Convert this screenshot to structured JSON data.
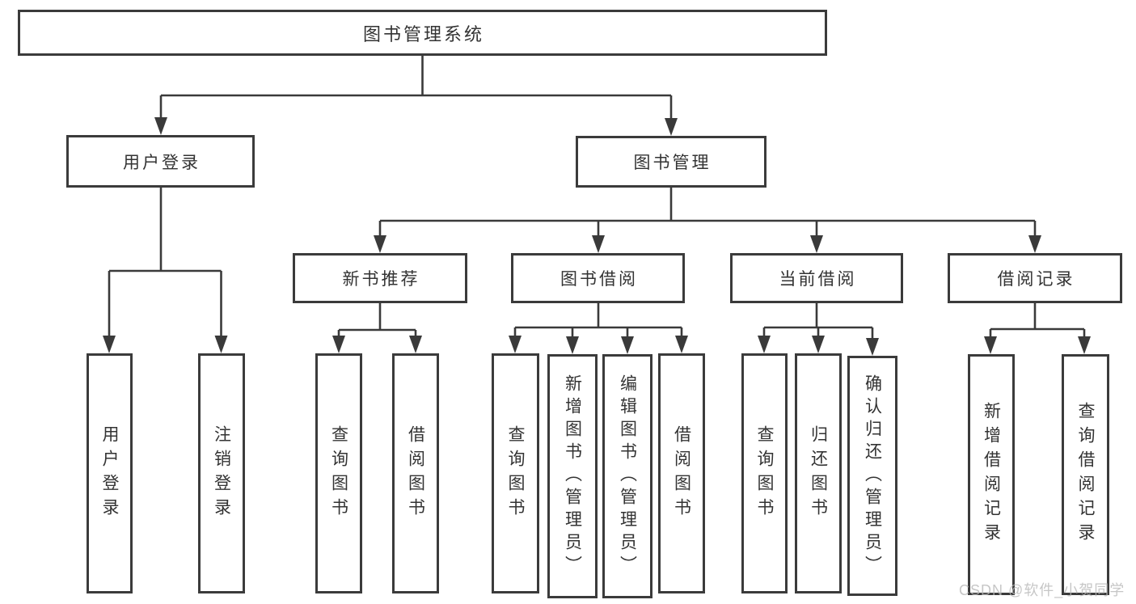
{
  "tree": {
    "root": {
      "label": "图书管理系统"
    },
    "branches": [
      {
        "label": "用户登录",
        "leaves": [
          {
            "label": "用户登录"
          },
          {
            "label": "注销登录"
          }
        ]
      },
      {
        "label": "图书管理",
        "groups": [
          {
            "label": "新书推荐",
            "leaves": [
              {
                "label": "查询图书"
              },
              {
                "label": "借阅图书"
              }
            ]
          },
          {
            "label": "图书借阅",
            "leaves": [
              {
                "label": "查询图书"
              },
              {
                "label": "新增图书（管理员）"
              },
              {
                "label": "编辑图书（管理员）"
              },
              {
                "label": "借阅图书"
              }
            ]
          },
          {
            "label": "当前借阅",
            "leaves": [
              {
                "label": "查询图书"
              },
              {
                "label": "归还图书"
              },
              {
                "label": "确认归还（管理员）"
              }
            ]
          },
          {
            "label": "借阅记录",
            "leaves": [
              {
                "label": "新增借阅记录"
              },
              {
                "label": "查询借阅记录"
              }
            ]
          }
        ]
      }
    ]
  },
  "watermark": {
    "text": "CSDN @软件_小贺同学"
  },
  "colors": {
    "background": "#ffffff",
    "box_fill": "#ffffff",
    "box_border": "#3b3b3b",
    "line": "#3a3a3a",
    "text": "#333333",
    "watermark": "#b9b9b9"
  }
}
